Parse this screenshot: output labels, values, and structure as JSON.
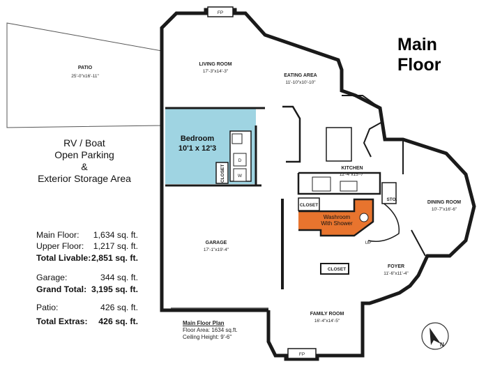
{
  "heading": {
    "line1": "Main",
    "line2": "Floor"
  },
  "rv_area": {
    "line1": "RV / Boat",
    "line2": "Open Parking",
    "line3": "&",
    "line4": "Exterior Storage Area"
  },
  "rooms": {
    "patio": {
      "name": "PATIO",
      "dims": "25'-0\"x16'-11\""
    },
    "living": {
      "name": "LIVING ROOM",
      "dims": "17'-3\"x14'-3\""
    },
    "eating": {
      "name": "EATING AREA",
      "dims": "11'-10\"x10'-10\""
    },
    "bedroom": {
      "name": "Bedroom",
      "dims": "10'1 x 12'3"
    },
    "kitchen": {
      "name": "KITCHEN",
      "dims": "12'-4\"x15'-7\""
    },
    "dining": {
      "name": "DINING ROOM",
      "dims": "10'-7\"x16'-6\""
    },
    "garage": {
      "name": "GARAGE",
      "dims": "17'-1\"x19'-4\""
    },
    "foyer": {
      "name": "FOYER",
      "dims": "11'-6\"x11'-4\""
    },
    "family": {
      "name": "FAMILY ROOM",
      "dims": "16'-4\"x14'-5\""
    },
    "washroom": {
      "line1": "Washroom",
      "line2": "With Shower"
    }
  },
  "labels": {
    "fp": "FP",
    "closet": "CLOSET",
    "sto": "STO.",
    "d": "D",
    "w": "W",
    "up": "UP"
  },
  "stats": [
    {
      "label": "Main Floor:",
      "value": "1,634 sq. ft.",
      "bold": false
    },
    {
      "label": "Upper Floor:",
      "value": "1,217 sq. ft.",
      "bold": false
    },
    {
      "label": "Total Livable:",
      "value": "2,851 sq. ft.",
      "bold": true
    },
    {
      "label": "Garage:",
      "value": "344 sq. ft.",
      "bold": false
    },
    {
      "label": "Grand Total:",
      "value": "3,195 sq. ft.",
      "bold": true
    },
    {
      "label": "Patio:",
      "value": "426 sq. ft.",
      "bold": false
    },
    {
      "label": "Total Extras:",
      "value": "426 sq. ft.",
      "bold": true
    }
  ],
  "plan_note": {
    "title": "Main Floor Plan",
    "area": "Floor Area: 1634 sq.ft.",
    "ceiling": "Ceiling Height: 9'-6\""
  },
  "colors": {
    "bedroom": "#9fd4e2",
    "washroom": "#e8742e",
    "walls": "#1a1a1a"
  },
  "compass": {
    "label": "N"
  }
}
